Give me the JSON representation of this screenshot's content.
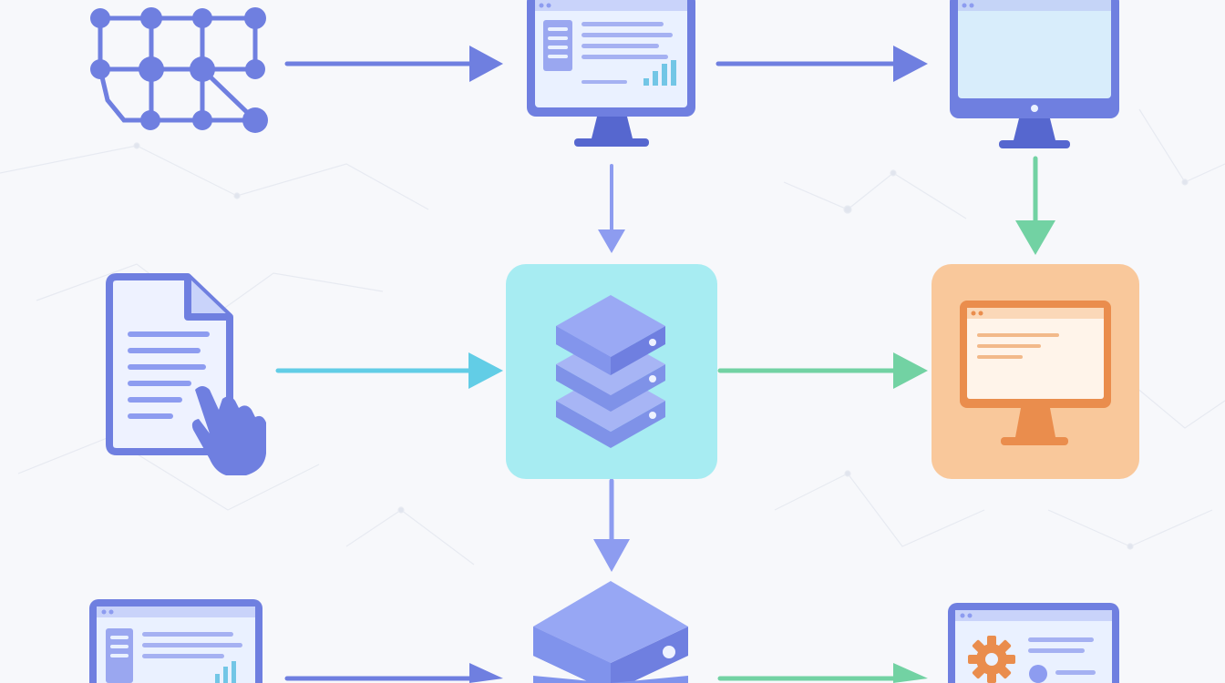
{
  "colors": {
    "background": "#f7f8fb",
    "indigo": "#6f7fe0",
    "indigo_dark": "#5667cf",
    "indigo_light": "#8d9cf0",
    "screen_fill": "#eaf1ff",
    "screen_fill_alt": "#d8edfb",
    "cyan_tile": "#a7ecf2",
    "cyan_arrow": "#62cde6",
    "green_arrow": "#72d2a3",
    "orange_tile": "#f9c89b",
    "orange": "#ea8d4d",
    "orange_screen": "#fff4ea",
    "network_lines": "#e7eaf1"
  },
  "nodes": [
    {
      "name": "network-graph-icon",
      "kind": "network"
    },
    {
      "name": "dashboard-monitor-icon",
      "kind": "monitor"
    },
    {
      "name": "blank-monitor-icon",
      "kind": "monitor"
    },
    {
      "name": "document-touch-icon",
      "kind": "document"
    },
    {
      "name": "database-server-tile",
      "kind": "database"
    },
    {
      "name": "orange-monitor-tile",
      "kind": "monitor"
    },
    {
      "name": "dashboard-window-icon",
      "kind": "window"
    },
    {
      "name": "server-block-icon",
      "kind": "server"
    },
    {
      "name": "settings-window-icon",
      "kind": "window"
    }
  ],
  "edges": [
    {
      "from": "network-graph-icon",
      "to": "dashboard-monitor-icon",
      "color": "indigo"
    },
    {
      "from": "dashboard-monitor-icon",
      "to": "blank-monitor-icon",
      "color": "indigo"
    },
    {
      "from": "dashboard-monitor-icon",
      "to": "database-server-tile",
      "color": "indigo_light"
    },
    {
      "from": "blank-monitor-icon",
      "to": "orange-monitor-tile",
      "color": "green_arrow"
    },
    {
      "from": "document-touch-icon",
      "to": "database-server-tile",
      "color": "cyan_arrow"
    },
    {
      "from": "database-server-tile",
      "to": "orange-monitor-tile",
      "color": "green_arrow"
    },
    {
      "from": "database-server-tile",
      "to": "server-block-icon",
      "color": "indigo_light"
    },
    {
      "from": "dashboard-window-icon",
      "to": "server-block-icon",
      "color": "indigo"
    },
    {
      "from": "server-block-icon",
      "to": "settings-window-icon",
      "color": "green_arrow"
    }
  ]
}
